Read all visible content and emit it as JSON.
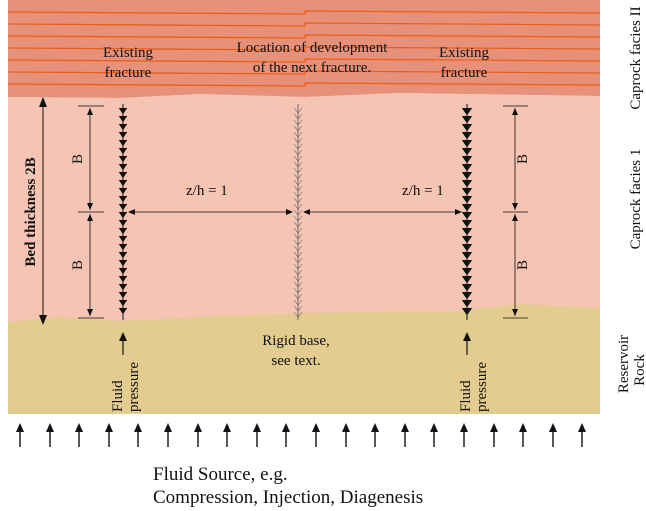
{
  "colors": {
    "caprock_2": "#e8917a",
    "caprock_1": "#f5c4b3",
    "reservoir": "#e3cc8f",
    "stripe": "#e8601c",
    "ink": "#111111"
  },
  "layers": {
    "caprock_2_label": "Caprock facies II",
    "caprock_1_label": "Caprock facies 1",
    "reservoir_label_1": "Reservoir",
    "reservoir_label_2": "Rock"
  },
  "labels": {
    "existing_left_1": "Existing",
    "existing_left_2": "fracture",
    "next_fracture_1": "Location of development",
    "next_fracture_2": "of the next fracture.",
    "existing_right_1": "Existing",
    "existing_right_2": "fracture",
    "bed_thickness": "Bed thickness 2B",
    "b_symbol": "B",
    "spacing_left": "z/h = 1",
    "spacing_right": "z/h = 1",
    "rigid_base_1": "Rigid base,",
    "rigid_base_2": "see text.",
    "fluid_1": "Fluid",
    "fluid_2": "pressure",
    "source_1": "Fluid Source, e.g.",
    "source_2": "Compression, Injection, Diagenesis"
  },
  "icons": {
    "flow_arrow": "up-arrow-icon",
    "fracture_marker": "chevron-down-icon"
  }
}
